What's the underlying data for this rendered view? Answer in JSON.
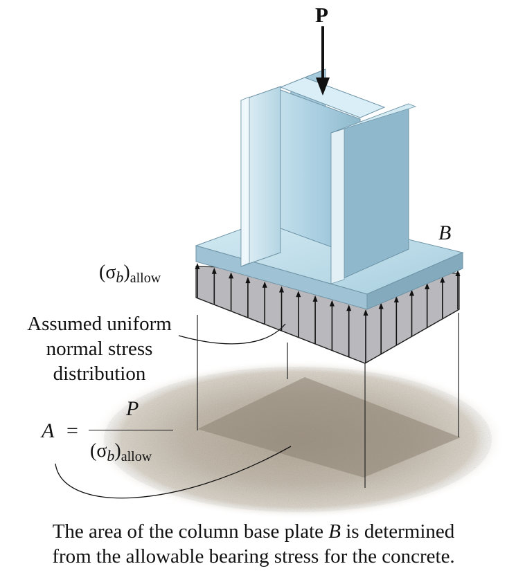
{
  "labels": {
    "load": "P",
    "plate": "B",
    "stress_symbol": "(σ",
    "stress_sub_italic": "b",
    "stress_close": ")",
    "stress_sub_text": "allow",
    "assumed_line1": "Assumed uniform",
    "assumed_line2": "normal stress",
    "assumed_line3": "distribution",
    "formula_lhs": "A",
    "formula_equals": "=",
    "formula_num": "P",
    "formula_den_symbol": "(σ",
    "formula_den_sub_italic": "b",
    "formula_den_close": ")",
    "formula_den_sub_text": "allow"
  },
  "caption": {
    "line1_pre": "The area of the column base plate ",
    "line1_var": "B",
    "line1_post": " is determined",
    "line2": "from the allowable bearing stress for the concrete."
  },
  "colors": {
    "steel_light": "#c9e4ef",
    "steel_mid": "#a7cedf",
    "steel_dark": "#7fa9bd",
    "stress_fill": "#b9b9bd",
    "concrete": "#bdb3a3"
  }
}
